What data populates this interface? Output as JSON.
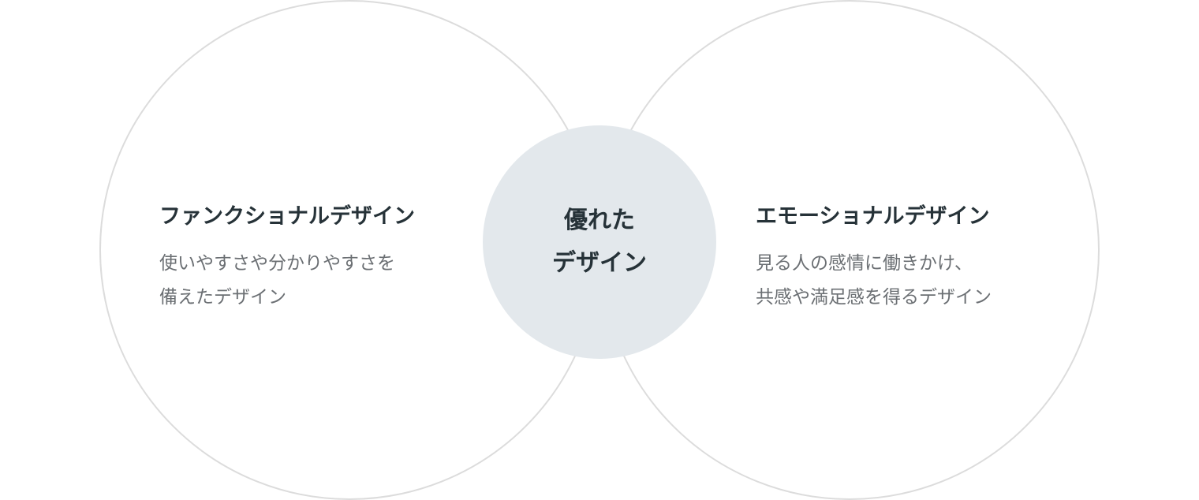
{
  "center": {
    "lines": [
      "優れた",
      "デザイン"
    ]
  },
  "left": {
    "title": "ファンクショナルデザイン",
    "desc_lines": [
      "使いやすさや分かりやすさを",
      "備えたデザイン"
    ]
  },
  "right": {
    "title": "エモーショナルデザイン",
    "desc_lines": [
      "見る人の感情に働きかけ、",
      "共感や満足感を得るデザイン"
    ]
  },
  "colors": {
    "ring": "#dcdcdc",
    "core_fill": "#e3e8ec",
    "title": "#263238",
    "desc": "#6b6f73"
  }
}
